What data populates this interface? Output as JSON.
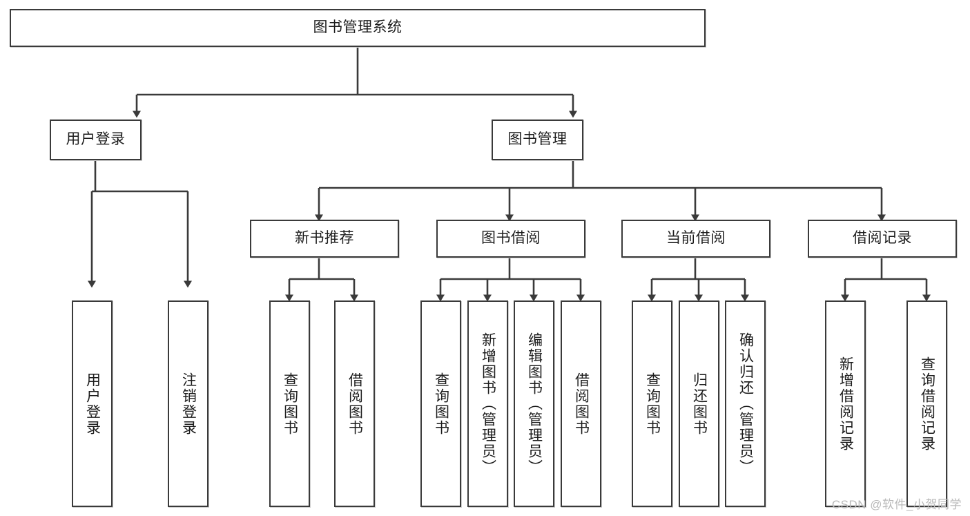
{
  "diagram": {
    "title_node": {
      "label": "图书管理系统"
    },
    "level2": [
      {
        "label": "用户登录"
      },
      {
        "label": "图书管理"
      }
    ],
    "level3": [
      {
        "label": "新书推荐"
      },
      {
        "label": "图书借阅"
      },
      {
        "label": "当前借阅"
      },
      {
        "label": "借阅记录"
      }
    ],
    "leaves": {
      "user_login": [
        {
          "label": "用户登录"
        },
        {
          "label": "注销登录"
        }
      ],
      "new_book_recommend": [
        {
          "label": "查询图书"
        },
        {
          "label": "借阅图书"
        }
      ],
      "book_borrow": [
        {
          "label": "查询图书"
        },
        {
          "label": "新增图书（管理员）"
        },
        {
          "label": "编辑图书（管理员）"
        },
        {
          "label": "借阅图书"
        }
      ],
      "current_borrow": [
        {
          "label": "查询图书"
        },
        {
          "label": "归还图书"
        },
        {
          "label": "确认归还（管理员）"
        }
      ],
      "borrow_records": [
        {
          "label": "新增借阅记录"
        },
        {
          "label": "查询借阅记录"
        }
      ]
    }
  },
  "watermark": {
    "text": "CSDN @软件_小贺同学"
  },
  "colors": {
    "node_border": "#3a3a3a",
    "node_fill": "#ffffff",
    "connector": "#3a3a3a",
    "text": "#1c1c1c",
    "watermark": "#b9b9b9",
    "page_background": "#ffffff"
  }
}
